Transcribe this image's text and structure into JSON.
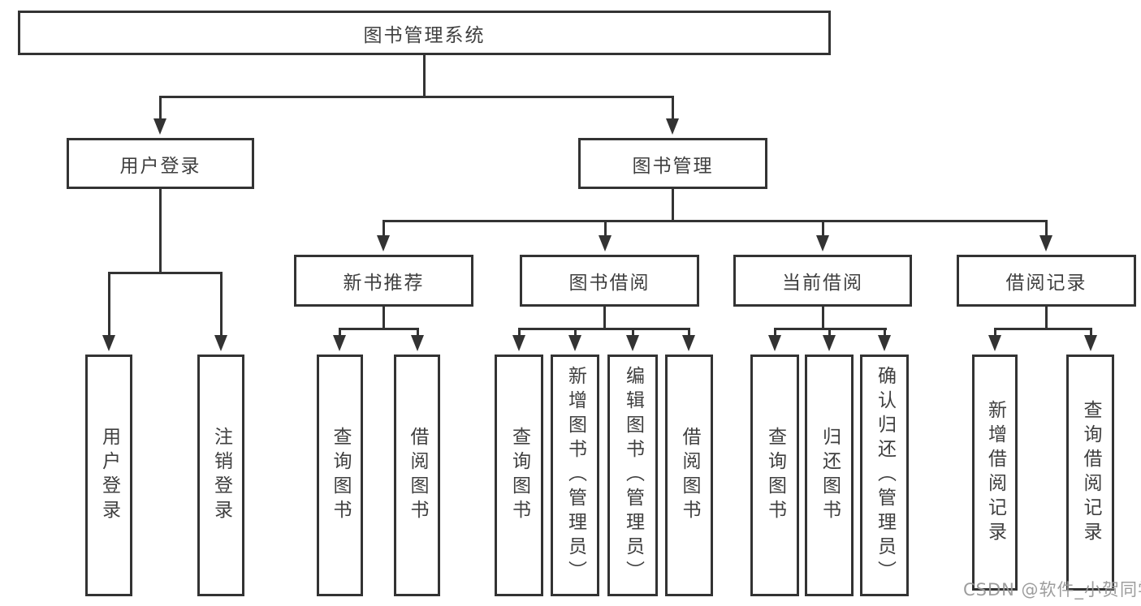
{
  "root": {
    "label": "图书管理系统"
  },
  "level2": {
    "user_login": {
      "label": "用户登录"
    },
    "book_mgmt": {
      "label": "图书管理"
    }
  },
  "level3": {
    "new_book_rec": {
      "label": "新书推荐"
    },
    "book_borrow": {
      "label": "图书借阅"
    },
    "current_borrow": {
      "label": "当前借阅"
    },
    "borrow_records": {
      "label": "借阅记录"
    }
  },
  "leaves": {
    "user_login": [
      "用户登录",
      "注销登录"
    ],
    "new_book_rec": [
      "查询图书",
      "借阅图书"
    ],
    "book_borrow": [
      "查询图书",
      "新增图书（管理员）",
      "编辑图书（管理员）",
      "借阅图书"
    ],
    "current_borrow": [
      "查询图书",
      "归还图书",
      "确认归还（管理员）"
    ],
    "borrow_records": [
      "新增借阅记录",
      "查询借阅记录"
    ]
  },
  "watermark": "CSDN @软件_小贺同学",
  "colors": {
    "line": "#333333",
    "box_border": "#333333",
    "box_background": "#ffffff",
    "text": "#3f3f3f",
    "watermark": "#989898",
    "page_background": "#ffffff"
  }
}
